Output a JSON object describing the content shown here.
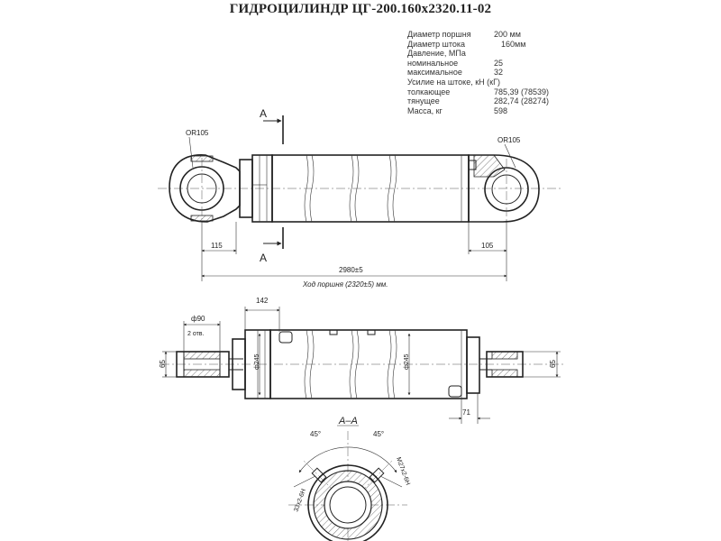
{
  "title": "ГИДРОЦИЛИНДР ЦГ-200.160х2320.11-02",
  "specs": [
    {
      "label": "Диаметр поршня",
      "value": "200 мм"
    },
    {
      "label": "Диаметр штока",
      "value": "160мм"
    },
    {
      "label": "Давление, МПа",
      "value": ""
    },
    {
      "label": "номинальное",
      "value": "25"
    },
    {
      "label": "максимальное",
      "value": "32"
    },
    {
      "label": "Усилие на штоке, кН (кГ)",
      "value": ""
    },
    {
      "label": "толкающее",
      "value": "785,39 (78539)"
    },
    {
      "label": "тянущее",
      "value": "282,74 (28274)"
    },
    {
      "label": "Масса, кг",
      "value": "598"
    }
  ],
  "labels": {
    "section_a_top": "A",
    "section_a_bottom": "A",
    "section_aa": "А–А",
    "radius_left": "ОR105",
    "radius_right": "ОR105",
    "dim_115": "115",
    "dim_105": "105",
    "dim_total": "2980±5",
    "dim_stroke": "Ход поршня (2320±5) мм.",
    "dim_142": "142",
    "dim_d90": "ф90",
    "dim_2holes": "2 отв.",
    "dim_65_left": "65",
    "dim_65_right": "65",
    "dim_d245_left": "ф245",
    "dim_d245_right": "ф245",
    "dim_71": "71",
    "angle_left": "45°",
    "angle_right": "45°",
    "thread_left": "33х2-6Н",
    "thread_right": "М27х2-6Н"
  }
}
